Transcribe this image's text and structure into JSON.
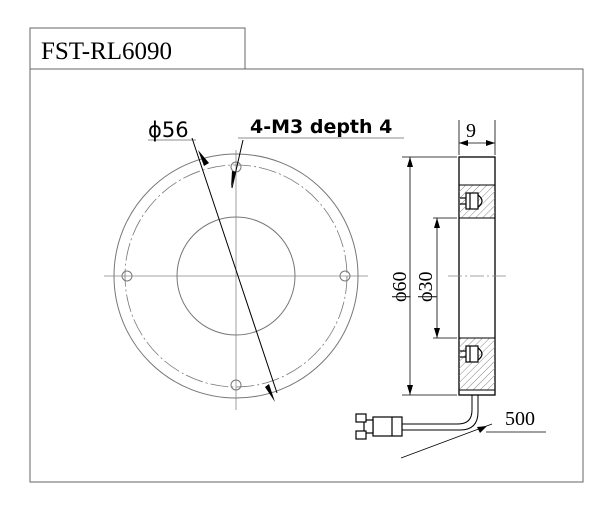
{
  "title": "FST-RL6090",
  "front_view": {
    "diameter_label": "ϕ56",
    "hole_note": "4-M3 depth 4"
  },
  "side_view": {
    "thickness_label": "9",
    "outer_diameter_label": "ϕ60",
    "inner_diameter_label": "ϕ30",
    "cable_length_label": "500"
  },
  "colors": {
    "line": "#000000",
    "hatch": "#888888",
    "thin": "#555555"
  }
}
